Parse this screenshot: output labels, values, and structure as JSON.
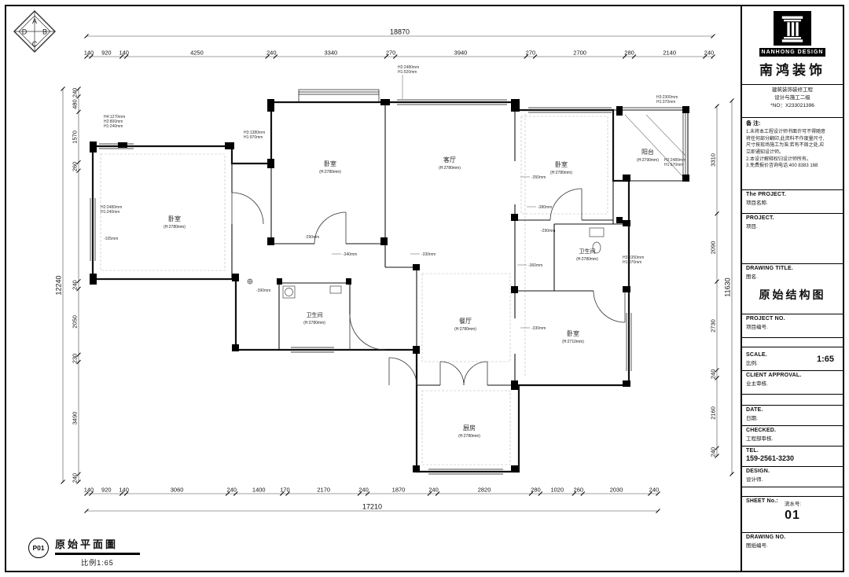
{
  "compass": {
    "a": "A",
    "b": "B",
    "c": "C",
    "d": "D"
  },
  "dims": {
    "top_total": {
      "segments": [
        {
          "len": 18870,
          "label": "18870"
        }
      ]
    },
    "top": {
      "segments": [
        {
          "len": 140,
          "label": "140"
        },
        {
          "len": 920,
          "label": "920"
        },
        {
          "len": 140,
          "label": "140"
        },
        {
          "len": 4250,
          "label": "4250"
        },
        {
          "len": 240,
          "label": "240"
        },
        {
          "len": 3340,
          "label": "3340"
        },
        {
          "len": 270,
          "label": "270"
        },
        {
          "len": 3940,
          "label": "3940"
        },
        {
          "len": 270,
          "label": "270"
        },
        {
          "len": 2700,
          "label": "2700"
        },
        {
          "len": 280,
          "label": "280"
        },
        {
          "len": 2140,
          "label": "2140"
        },
        {
          "len": 240,
          "label": "240"
        }
      ]
    },
    "bottom": {
      "segments": [
        {
          "len": 140,
          "label": "140"
        },
        {
          "len": 920,
          "label": "920"
        },
        {
          "len": 140,
          "label": "140"
        },
        {
          "len": 3060,
          "label": "3060"
        },
        {
          "len": 240,
          "label": "240"
        },
        {
          "len": 1400,
          "label": "1400"
        },
        {
          "len": 170,
          "label": "170"
        },
        {
          "len": 2170,
          "label": "2170"
        },
        {
          "len": 240,
          "label": "240"
        },
        {
          "len": 1870,
          "label": "1870"
        },
        {
          "len": 240,
          "label": "240"
        },
        {
          "len": 2820,
          "label": "2820"
        },
        {
          "len": 280,
          "label": "280"
        },
        {
          "len": 1020,
          "label": "1020"
        },
        {
          "len": 260,
          "label": "260"
        },
        {
          "len": 2030,
          "label": "2030"
        },
        {
          "len": 240,
          "label": "240"
        }
      ]
    },
    "bottom_total": {
      "segments": [
        {
          "len": 17210,
          "label": "17210"
        }
      ]
    },
    "left": {
      "segments": [
        {
          "len": 240,
          "label": "240"
        },
        {
          "len": 480,
          "label": "480"
        },
        {
          "len": 1570,
          "label": "1570"
        },
        {
          "len": 260,
          "label": "260"
        },
        {
          "len": 3440,
          "label": ""
        },
        {
          "len": 240,
          "label": "240"
        },
        {
          "len": 2050,
          "label": "2050"
        },
        {
          "len": 230,
          "label": "230"
        },
        {
          "len": 3490,
          "label": "3490"
        },
        {
          "len": 240,
          "label": "240"
        }
      ]
    },
    "left_total": {
      "segments": [
        {
          "len": 12240,
          "label": "12240"
        }
      ]
    },
    "right": {
      "segments": [
        {
          "len": 3310,
          "label": "3310"
        },
        {
          "len": 2090,
          "label": "2090"
        },
        {
          "len": 2730,
          "label": "2730"
        },
        {
          "len": 240,
          "label": "240"
        },
        {
          "len": 2160,
          "label": "2160"
        },
        {
          "len": 240,
          "label": "240"
        }
      ]
    },
    "right_total": {
      "segments": [
        {
          "len": 11630,
          "label": "11630"
        }
      ]
    }
  },
  "rooms": [
    {
      "name": "卧室",
      "sub": "(H:2780mm)"
    },
    {
      "name": "卧室",
      "sub": "(H:2780mm)"
    },
    {
      "name": "客厅",
      "sub": "(H:2780mm)"
    },
    {
      "name": "卧室",
      "sub": "(H:2780mm)"
    },
    {
      "name": "阳台",
      "sub": "(H:2790mm)"
    },
    {
      "name": "卫生间",
      "sub": "(H:2780mm)"
    },
    {
      "name": "卫生间",
      "sub": "(H:2780mm)"
    },
    {
      "name": "餐厅",
      "sub": "(H:2780mm)"
    },
    {
      "name": "卧室",
      "sub": "(H:2710mm)"
    },
    {
      "name": "厨房",
      "sub": "(H:2780mm)"
    }
  ],
  "annotations": [
    "H2:2480mm",
    "H1:520mm",
    "H3:1380mm",
    "H1:970mm",
    "H4:1270mm",
    "H2:800mm",
    "H1:240mm",
    "H3:2300mm",
    "H1:370mm",
    "H2:2480mm",
    "H1:670mm",
    "H3:1350mm",
    "H1:970mm",
    "-350mm",
    "-380mm",
    "-290mm",
    "-360mm",
    "-330mm",
    "-340mm",
    "-290mm",
    "-390mm",
    "-330mm",
    "H2:2480mm",
    "H1:240mm",
    "-105mm"
  ],
  "titleblock": {
    "brand_en": "NANHONG DESIGN",
    "brand_cn": "南鸿装饰",
    "cert1": "建筑装饰装修工程",
    "cert2": "设计与施工二级",
    "reg": "*NO：X233021396",
    "notes_label": "备 注:",
    "notes": [
      "1.未将本工程设计师书面许可不得随意",
      "将任何部分翻印,此资料不作度量尺寸,",
      "尺寸按现场施工为准;若有不周之处,应",
      "立即通知设计师。",
      "2.本设计解释权归设计师所有。",
      "3.免费报价咨询电话:400 8383 168"
    ],
    "the_project_en": "The PROJECT.",
    "the_project_cn": "项目名称.",
    "project_en": "PROJECT.",
    "project_cn": "项目.",
    "drawing_title_en": "DRAWING TITLE.",
    "drawing_title_cn": "图名.",
    "drawing_title_value": "原始结构图",
    "project_no_en": "PROJECT NO.",
    "project_no_cn": "项目编号.",
    "scale_en": "SCALE.",
    "scale_cn": "比例.",
    "scale_value": "1:65",
    "client_en": "CLIENT APPROVAL.",
    "client_cn": "业主审核.",
    "date_en": "DATE.",
    "date_cn": "日期.",
    "checked_en": "CHECKED.",
    "checked_cn": "工程部审核.",
    "tel_en": "TEL.",
    "tel_value": "159-2561-3230",
    "design_en": "DESIGN.",
    "design_cn": "设计师.",
    "sheet_en": "SHEET No.:",
    "sheet_cn": "流水号:",
    "sheet_value": "01",
    "drawing_no_en": "DRAWING NO.",
    "drawing_no_cn": "图纸编号."
  },
  "footer": {
    "code": "P01",
    "title": "原始平面圖",
    "scale_label": "比例1:65"
  }
}
